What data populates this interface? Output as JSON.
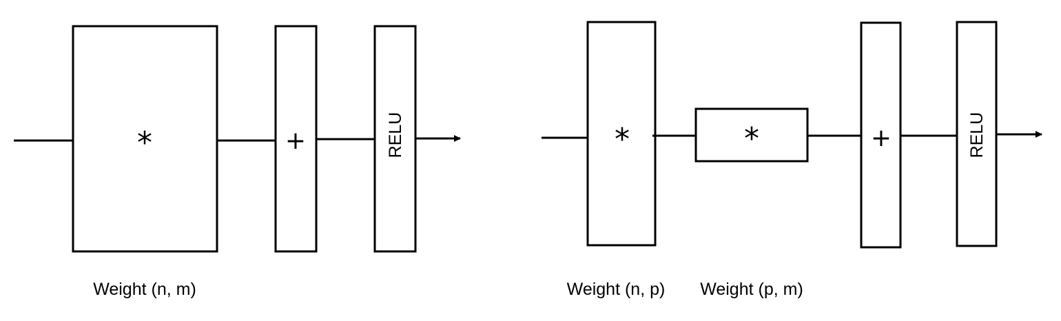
{
  "diagram_left": {
    "matmul_symbol": "*",
    "add_symbol": "+",
    "activation_label": "RELU",
    "weight_label": "Weight (n, m)"
  },
  "diagram_right": {
    "matmul1_symbol": "*",
    "matmul2_symbol": "*",
    "add_symbol": "+",
    "activation_label": "RELU",
    "weight1_label": "Weight (n, p)",
    "weight2_label": "Weight (p, m)"
  }
}
